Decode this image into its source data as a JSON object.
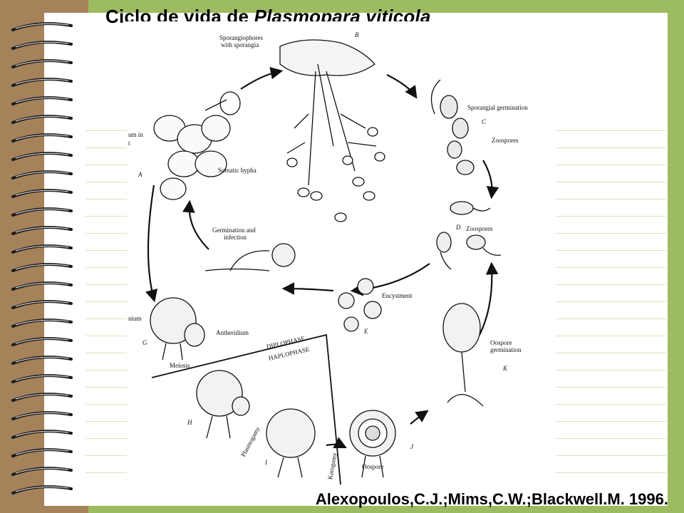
{
  "title": {
    "prefix": "Ciclo de vida de ",
    "species": "Plasmopara viticola"
  },
  "citation": "Alexopoulos,C.J.;Mims,C.W.;Blackwell.M. 1996.",
  "diagram": {
    "labels": {
      "sporangiophores": "Sporangiophores",
      "with_sporangia": "with sporangia",
      "sporangial_germination": "Sporangial germination",
      "zoospores_c": "Zoospores",
      "zoospores_d": "Zoospores",
      "somatic_hypha": "Somatic hypha",
      "germination": "Germination and",
      "infection": "infection",
      "encystment": "Encystment",
      "antheridium": "Antheridium",
      "diplophase": "DIPLOPHASE",
      "haplophase": "HAPLOPHASE",
      "meiosis": "Meiosis",
      "oospore_germination_1": "Oospore",
      "oospore_germination_2": "germination",
      "oospore": "Oospore",
      "plasmogamy": "Plasmogamy",
      "karogamy": "Karogamy",
      "partial_1": "um in",
      "partial_2": "t",
      "partial_3": "nium"
    },
    "stage_letters": {
      "a": "A",
      "b": "B",
      "c": "C",
      "d": "D",
      "e": "E",
      "g": "G",
      "h": "H",
      "i": "I",
      "j": "J",
      "k": "K"
    }
  },
  "colors": {
    "background_green": "#9dbb61",
    "binder_brown": "#a5825a",
    "paper": "#ffffff",
    "rule_lines": "#d6e4b8"
  }
}
